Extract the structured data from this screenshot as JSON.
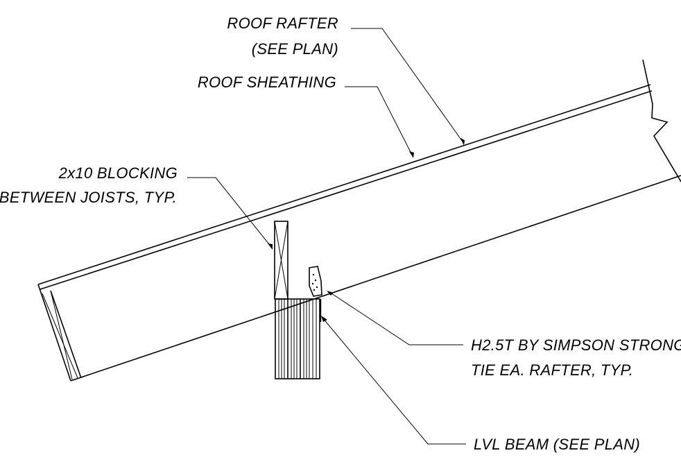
{
  "labels": {
    "roof_rafter_line1": "ROOF RAFTER",
    "roof_rafter_line2": "(SEE PLAN)",
    "roof_sheathing": "ROOF SHEATHING",
    "blocking_line1": "2x10 BLOCKING",
    "blocking_line2": "BETWEEN JOISTS, TYP.",
    "hanger_line1": "H2.5T BY SIMPSON STRONG",
    "hanger_line2": "TIE EA. RAFTER, TYP.",
    "lvl_beam": "LVL BEAM (SEE PLAN)"
  }
}
